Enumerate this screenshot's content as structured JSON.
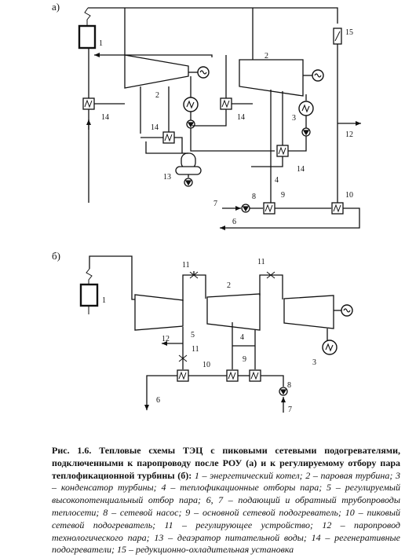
{
  "diagram_a": {
    "part_label": "а)",
    "labels": {
      "boiler": "1",
      "turbine_left": "2",
      "turbine_right": "2",
      "condenser": "3",
      "heater_14_left": "14",
      "heater_14_mid": "14",
      "heater_14_right": "14",
      "heater_14_bottom": "14",
      "deaerator": "13",
      "rou": "15",
      "process_steam": "12",
      "extractions": "4",
      "pump": "8",
      "main_heater": "9",
      "peak_heater": "10",
      "return_line": "7",
      "supply_line": "6"
    }
  },
  "diagram_b": {
    "part_label": "б)",
    "labels": {
      "boiler": "1",
      "turbine": "2",
      "condenser": "3",
      "extractions": "4",
      "controlled_extraction": "5",
      "supply_line": "6",
      "return_line": "7",
      "pump": "8",
      "main_heaters": "9",
      "peak_heater": "10",
      "valve_left": "11",
      "valve_right": "11",
      "valve_lower": "11",
      "process_steam": "12"
    }
  },
  "caption": {
    "title": "Рис. 1.6. Тепловые схемы ТЭЦ с пиковыми сетевыми подогревателями, подключенными к паропроводу после РОУ (а) и к регулируемому отбору пара теплофикационной турбины (б):",
    "body": " 1 – энергетический котел; 2 – паровая турбина; 3 – конденсатор турбины; 4 – теплофикационные отборы пара; 5 – регулируемый высокопотенциальный отбор пара; 6, 7 – подающий и обратный трубопроводы теплосети; 8 – сетевой насос; 9 – основной сетевой подогреватель; 10 – пиковый сетевой подогреватель; 11 – регулирующее устройство; 12 – паропровод технологического пара; 13 – деаэратор питательной воды; 14 – регенеративные подогреватели; 15 – редукционно-охладительная установка"
  }
}
